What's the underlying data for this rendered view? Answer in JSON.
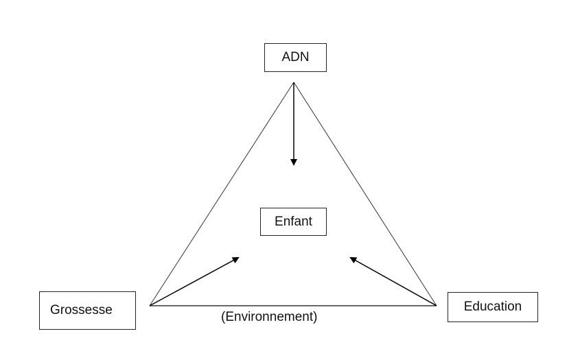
{
  "nodes": {
    "adn": "ADN",
    "enfant": "Enfant",
    "grossesse": "Grossesse",
    "education": "Education"
  },
  "edges": {
    "base_label": "(Environnement)"
  },
  "colors": {
    "line": "#333333",
    "arrow": "#000000",
    "box_border": "#222222",
    "text": "#111111"
  }
}
